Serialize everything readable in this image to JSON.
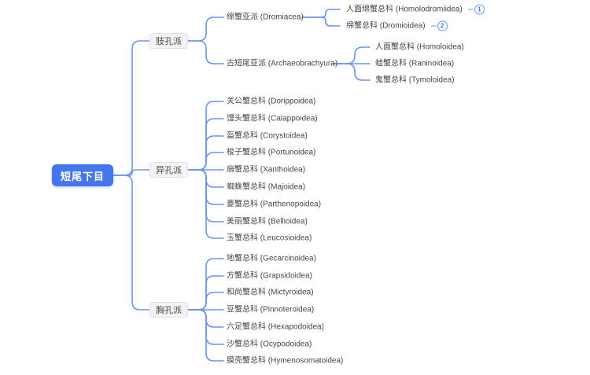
{
  "colors": {
    "root_bg": "#4477ee",
    "root_text": "#ffffff",
    "connector": "#6a93f2",
    "branch_bg": "#f3f3f4",
    "branch_border": "#e1e1e4",
    "branch_text": "#46484d",
    "leaf_text": "#44464b",
    "badge_blue": "#4b7df0"
  },
  "root": {
    "label": "短尾下目"
  },
  "branches": [
    {
      "label": "肢孔派",
      "children": [
        {
          "label": "绵蟹亚派 (Dromiacea)",
          "children": [
            {
              "label": "人面绵蟹总科 (Homolodromiidea)",
              "badge": "1"
            },
            {
              "label": "绵蟹总科 (Dromioidea)",
              "badge": "2"
            }
          ]
        },
        {
          "label": "古短尾亚派 (Archaeobrachyura)",
          "children": [
            {
              "label": "人面蟹总科 (Homoloidea)"
            },
            {
              "label": "蛙蟹总科 (Raninoidea)"
            },
            {
              "label": "鬼蟹总科 (Tymoloidea)"
            }
          ]
        }
      ]
    },
    {
      "label": "异孔派",
      "children": [
        {
          "label": "关公蟹总科 (Dorippoidea)"
        },
        {
          "label": "馒头蟹总科 (Calappoidea)"
        },
        {
          "label": "盔蟹总科 (Corystoidea)"
        },
        {
          "label": "梭子蟹总科 (Portunoidea)"
        },
        {
          "label": "扇蟹总科 (Xanthoidea)"
        },
        {
          "label": "蜘蛛蟹总科 (Majoidea)"
        },
        {
          "label": "菱蟹总科 (Parthenopoidea)"
        },
        {
          "label": "美丽蟹总科 (Bellioidea)"
        },
        {
          "label": "玉蟹总科 (Leucosioidea)"
        }
      ]
    },
    {
      "label": "胸孔派",
      "children": [
        {
          "label": "地蟹总科 (Gecarcinoidea)"
        },
        {
          "label": "方蟹总科 (Grapsidoidea)"
        },
        {
          "label": "和尚蟹总科 (Mictyroidea)"
        },
        {
          "label": "豆蟹总科 (Pinnoteroidea)"
        },
        {
          "label": "六足蟹总科 (Hexapodoidea)"
        },
        {
          "label": "沙蟹总科 (Ocypodoidea)"
        },
        {
          "label": "膜壳蟹总科 (Hymenosomatoidea)"
        }
      ]
    }
  ]
}
